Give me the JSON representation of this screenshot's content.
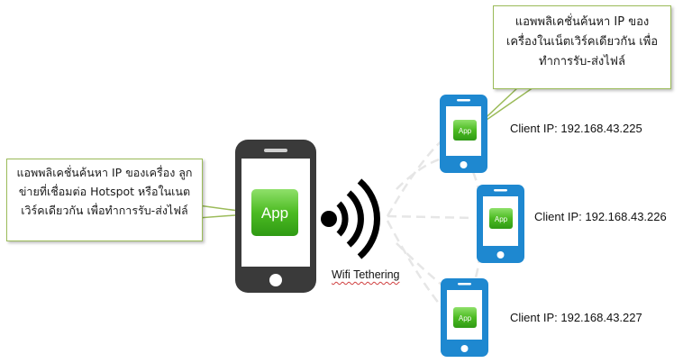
{
  "callout_left": {
    "line1": "แอพพลิเคชั่นค้นหา IP ของเครื่อง ลูก",
    "line2": "ข่ายที่เชื่อมต่อ Hotspot หรือในเนต",
    "line3": "เวิร์คเดียวกัน เพื่อทำการรับ-ส่งไฟล์"
  },
  "callout_top": {
    "line1": "แอพพลิเคชั่นค้นหา IP ของ",
    "line2": "เครื่องในเน็ตเวิร์คเดียวกัน เพื่อ",
    "line3": "ทำการรับ-ส่งไฟล์"
  },
  "host_app_label": "App",
  "client_app_label": "App",
  "tethering_label": "Wifi Tethering",
  "clients": [
    {
      "label": "Client IP: 192.168.43.225"
    },
    {
      "label": "Client IP: 192.168.43.226"
    },
    {
      "label": "Client IP: 192.168.43.227"
    }
  ],
  "colors": {
    "host_phone": "#333333",
    "client_phone": "#1e88d0",
    "app_green": "#58c22e",
    "callout_border": "#9bbb59",
    "connection_lines": "#e6e6e6"
  }
}
